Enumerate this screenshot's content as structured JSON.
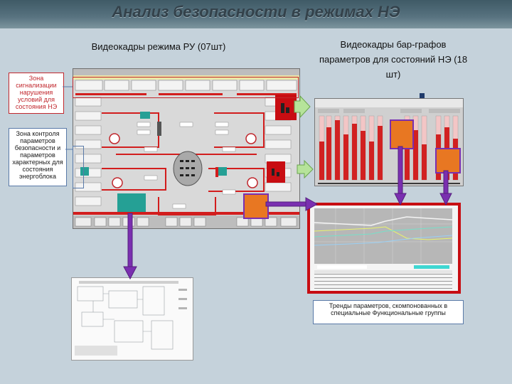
{
  "title": "Анализ безопасности в режимах НЭ",
  "captions": {
    "ru_screens": "Видеокадры режима РУ (07шт)",
    "bar_graphs": "Видеокадры бар-графов параметров для состояний НЭ (18 шт)"
  },
  "zones": {
    "signal_zone": "Зона сигнализации нарушения условий для состояния НЭ",
    "control_zone": "Зона контроля параметров безопасности и параметров характерных для состояния энергоблока"
  },
  "trend_caption": "Тренды параметров, скомпонованных в специальные Функциональные группы",
  "colors": {
    "accent_red": "#c1272d",
    "arrow_green": "#b6e39a",
    "arrow_purple": "#7a2fb0",
    "screen_bg": "#d9d9d9"
  }
}
